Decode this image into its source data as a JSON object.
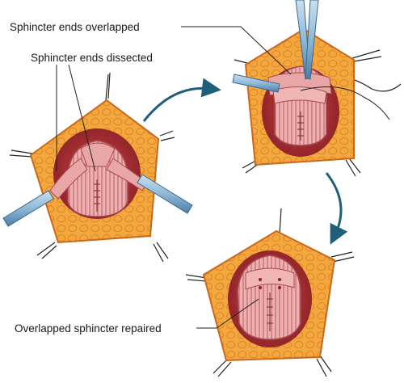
{
  "labels": {
    "overlapped": "Sphincter ends overlapped",
    "dissected": "Sphincter ends dissected",
    "repaired": "Overlapped sphincter repaired"
  },
  "colors": {
    "tissue_fill": "#f2a43a",
    "tissue_cells": "#e8892a",
    "tissue_edge": "#c9691c",
    "wound": "#b2353a",
    "muscle": "#e8a0a0",
    "muscle_stripe": "#b85a62",
    "instrument": "#8fb8d8",
    "instrument_dark": "#4c7ea6",
    "arrow": "#1f5f79"
  },
  "icons": [
    "retractor-icon",
    "forceps-icon",
    "suture-icon",
    "curved-arrow-icon"
  ]
}
